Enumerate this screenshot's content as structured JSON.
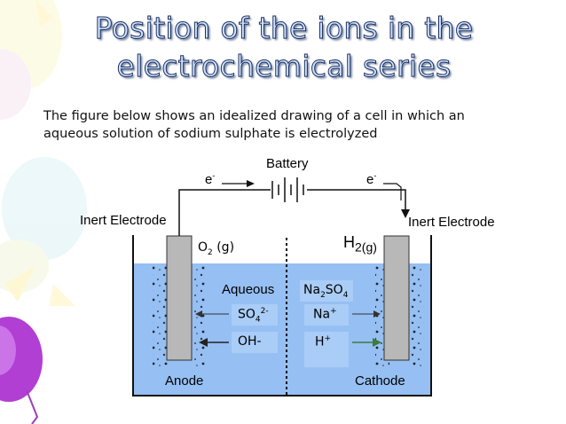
{
  "title": {
    "line1": "Position of the ions in the",
    "line2": "electrochemical series"
  },
  "intro": {
    "line1": "The figure below shows an idealized drawing of a cell in which an",
    "line2": "aqueous solution of sodium sulphate is electrolyzed"
  },
  "diagram": {
    "battery_label": "Battery",
    "electron_left": "e",
    "electron_right": "e",
    "electron_charge": "-",
    "inert_left": "Inert Electrode",
    "inert_right": "Inert Electrode",
    "o2_label": "O",
    "o2_sub": "2",
    "o2_state": " (g)",
    "h2_label": "H",
    "h2_sub": "2(g)",
    "aqueous": "Aqueous",
    "na2so4": {
      "a": "Na",
      "b": "2",
      "c": "SO",
      "d": "4"
    },
    "so4": {
      "base": "SO",
      "sub": "4",
      "sup": "2-"
    },
    "oh": "OH-",
    "na": {
      "base": "Na",
      "sup": "+"
    },
    "h": {
      "base": "H",
      "sup": "+"
    },
    "anode": "Anode",
    "cathode": "Cathode"
  },
  "colors": {
    "solution": "#96bff3",
    "electrode": "#b8b8b8",
    "title_fill": "#cfe3ff",
    "title_outline": "#1c2f5f",
    "ion_box": "#a9cdf7"
  }
}
